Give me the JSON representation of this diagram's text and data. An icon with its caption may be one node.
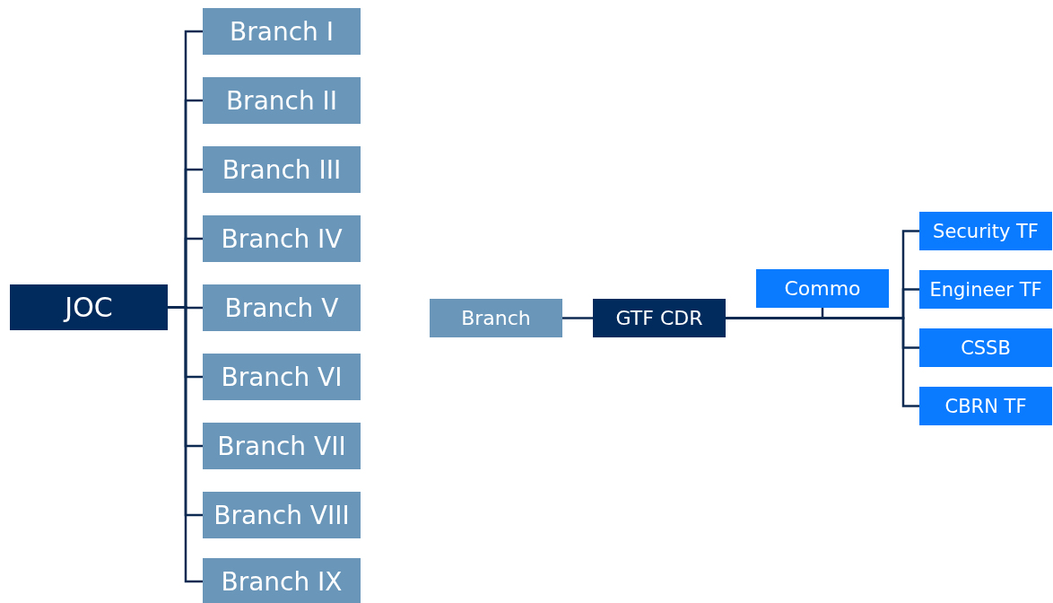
{
  "diagram": {
    "nodes": [
      {
        "text": [
          "JOC"
        ]
      },
      {
        "text": [
          "Branch I"
        ]
      },
      {
        "text": [
          "Branch II"
        ]
      },
      {
        "text": [
          "Branch III"
        ]
      },
      {
        "text": [
          "Branch IV"
        ]
      },
      {
        "text": [
          "Branch V"
        ]
      },
      {
        "text": [
          "Branch VI"
        ]
      },
      {
        "text": [
          "Branch VII"
        ]
      },
      {
        "text": [
          "Branch VIII"
        ]
      },
      {
        "text": [
          "Branch IX"
        ]
      },
      {
        "text": [
          "Branch"
        ]
      },
      {
        "text": [
          "GTF CDR"
        ]
      },
      {
        "text": [
          "Commo"
        ]
      },
      {
        "text": [
          "Security TF"
        ]
      },
      {
        "text": [
          "Engineer TF"
        ]
      },
      {
        "text": [
          "CSSB"
        ]
      },
      {
        "text": [
          "CBRN TF"
        ]
      }
    ],
    "edges": [
      {
        "from": 0,
        "to": 1,
        "arrow": "none"
      },
      {
        "from": 0,
        "to": 2,
        "arrow": "none"
      },
      {
        "from": 0,
        "to": 3,
        "arrow": "none"
      },
      {
        "from": 0,
        "to": 4,
        "arrow": "none"
      },
      {
        "from": 0,
        "to": 5,
        "arrow": "none"
      },
      {
        "from": 0,
        "to": 6,
        "arrow": "none"
      },
      {
        "from": 0,
        "to": 7,
        "arrow": "none"
      },
      {
        "from": 0,
        "to": 8,
        "arrow": "none"
      },
      {
        "from": 0,
        "to": 9,
        "arrow": "none"
      },
      {
        "from": 10,
        "to": 11,
        "arrow": "none"
      },
      {
        "from": 11,
        "to": 12,
        "arrow": "none"
      },
      {
        "from": 11,
        "to": 13,
        "arrow": "none"
      },
      {
        "from": 11,
        "to": 14,
        "arrow": "none"
      },
      {
        "from": 11,
        "to": 15,
        "arrow": "none"
      },
      {
        "from": 11,
        "to": 16,
        "arrow": "none"
      }
    ]
  }
}
